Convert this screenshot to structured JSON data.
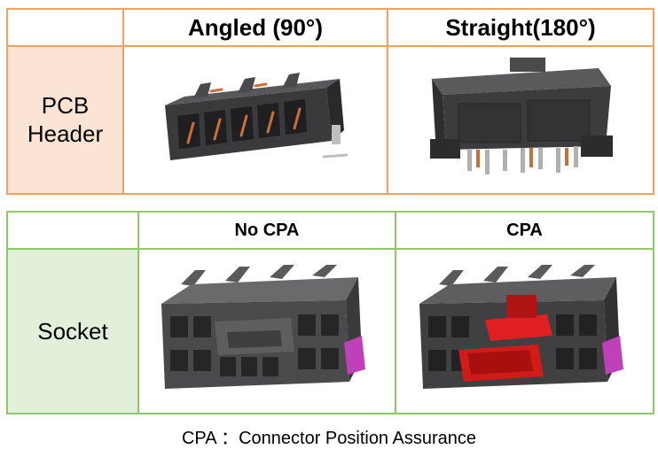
{
  "pcb_table": {
    "headers": [
      "Angled (90°)",
      "Straight(180°)"
    ],
    "row_label_line1": "PCB",
    "row_label_line2": "Header"
  },
  "socket_table": {
    "headers": [
      "No CPA",
      "CPA"
    ],
    "row_label": "Socket"
  },
  "footnote": "CPA ：Connector Position Assurance",
  "colors": {
    "pcb_border": "#f0a060",
    "pcb_label_bg": "#fce4d4",
    "socket_border": "#8fc868",
    "socket_label_bg": "#e2f0d9",
    "connector_body": "#3c3c3e",
    "cpa_red": "#d11a1a",
    "latch_magenta": "#c040b8",
    "pin_copper": "#c8703a"
  }
}
